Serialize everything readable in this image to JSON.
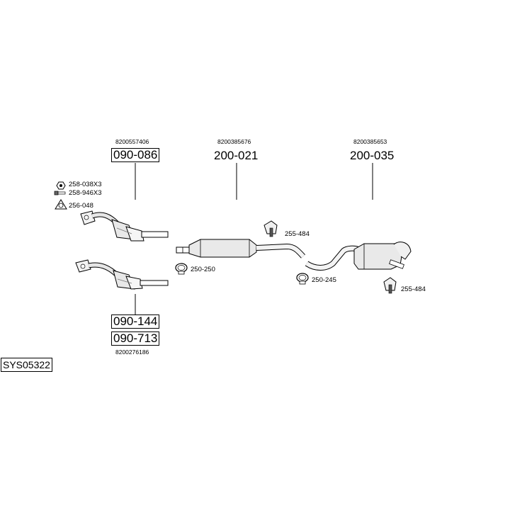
{
  "parts": {
    "catalyst_upper": {
      "oem": "8200557406",
      "number": "090-086"
    },
    "front_silencer": {
      "oem": "8200385676",
      "number": "200-021"
    },
    "rear_silencer": {
      "oem": "8200385653",
      "number": "200-035"
    },
    "catalyst_lower": {
      "oem": "8200276186",
      "number_a": "090-144",
      "number_b": "090-713"
    }
  },
  "accessories": {
    "nut": "258-038X3",
    "bolt": "258-946X3",
    "gasket_front": "256-048",
    "hanger_mid": "255-484",
    "clamp_front": "250-250",
    "clamp_rear": "250-245",
    "hanger_rear": "255-484"
  },
  "system_code": "SYS05322"
}
